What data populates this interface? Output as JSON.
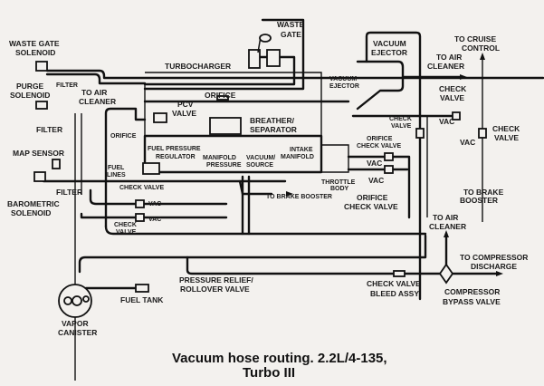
{
  "caption": {
    "line1": "Vacuum hose routing. 2.2L/4-135,",
    "line2": "Turbo III"
  },
  "labels": {
    "waste_gate_solenoid_1": "WASTE GATE",
    "waste_gate_solenoid_2": "SOLENOID",
    "purge_solenoid_1": "PURGE",
    "purge_solenoid_2": "SOLENOID",
    "filter_top": "FILTER",
    "filter_mid": "FILTER",
    "filter_low": "FILTER",
    "to_air_cleaner_left_1": "TO AIR",
    "to_air_cleaner_left_2": "CLEANER",
    "turbocharger": "TURBOCHARGER",
    "waste_gate_1": "WASTE",
    "waste_gate_2": "GATE",
    "orifice_top": "ORIFICE",
    "pcv_valve_1": "PCV",
    "pcv_valve_2": "VALVE",
    "orifice_left": "ORIFICE",
    "breather_1": "BREATHER/",
    "breather_2": "SEPARATOR",
    "vacuum_ejector_box_1": "VACUUM",
    "vacuum_ejector_box_2": "EJECTOR",
    "vacuum_ejector_side_1": "VACUUM",
    "vacuum_ejector_side_2": "EJECTOR",
    "to_air_cleaner_right_1": "TO AIR",
    "to_air_cleaner_right_2": "CLEANER",
    "to_cruise_control_1": "TO CRUISE",
    "to_cruise_control_2": "CONTROL",
    "check_valve_upper_1": "CHECK",
    "check_valve_upper_2": "VALVE",
    "check_valve_small_1": "CHECK",
    "check_valve_small_2": "VALVE",
    "vac_top": "VAC",
    "vac_right": "VAC",
    "check_valve_far_1": "CHECK",
    "check_valve_far_2": "VALVE",
    "map_sensor": "MAP SENSOR",
    "fuel_lines_1": "FUEL",
    "fuel_lines_2": "LINES",
    "fuel_pressure_regulator_1": "FUEL PRESSURE",
    "fuel_pressure_regulator_2": "REGULATOR",
    "manifold_pressure_1": "MANIFOLD",
    "manifold_pressure_2": "PRESSURE",
    "vacuum_source_1": "VACUUM/",
    "vacuum_source_2": "SOURCE",
    "intake_manifold_1": "INTAKE",
    "intake_manifold_2": "MANIFOLD",
    "orifice_check_valve_upper_1": "ORIFICE",
    "orifice_check_valve_upper_2": "CHECK VALVE",
    "vac_oc1": "VAC",
    "vac_oc2": "VAC",
    "throttle_body_1": "THROTTLE",
    "throttle_body_2": "BODY",
    "to_brake_booster_mid": "TO BRAKE BOOSTER",
    "orifice_check_valve_lower_1": "ORIFICE",
    "orifice_check_valve_lower_2": "CHECK VALVE",
    "to_brake_booster_right_1": "TO BRAKE",
    "to_brake_booster_right_2": "BOOSTER",
    "barometric_solenoid_1": "BAROMETRIC",
    "barometric_solenoid_2": "SOLENOID",
    "check_valve_row": "CHECK VALVE",
    "vac_row1": "VAC",
    "vac_row2": "VAC",
    "check_valve_lower_1": "CHECK",
    "check_valve_lower_2": "VALVE",
    "to_air_cleaner_bottom_1": "TO AIR",
    "to_air_cleaner_bottom_2": "CLEANER",
    "to_compressor_discharge_1": "TO COMPRESSOR",
    "to_compressor_discharge_2": "DISCHARGE",
    "pressure_relief_1": "PRESSURE RELIEF/",
    "pressure_relief_2": "ROLLOVER VALVE",
    "fuel_tank": "FUEL TANK",
    "check_valve_bleed_1": "CHECK VALVE",
    "check_valve_bleed_2": "BLEED ASSY",
    "compressor_bypass_1": "COMPRESSOR",
    "compressor_bypass_2": "BYPASS VALVE",
    "vapor_canister_1": "VAPOR",
    "vapor_canister_2": "CANISTER"
  }
}
